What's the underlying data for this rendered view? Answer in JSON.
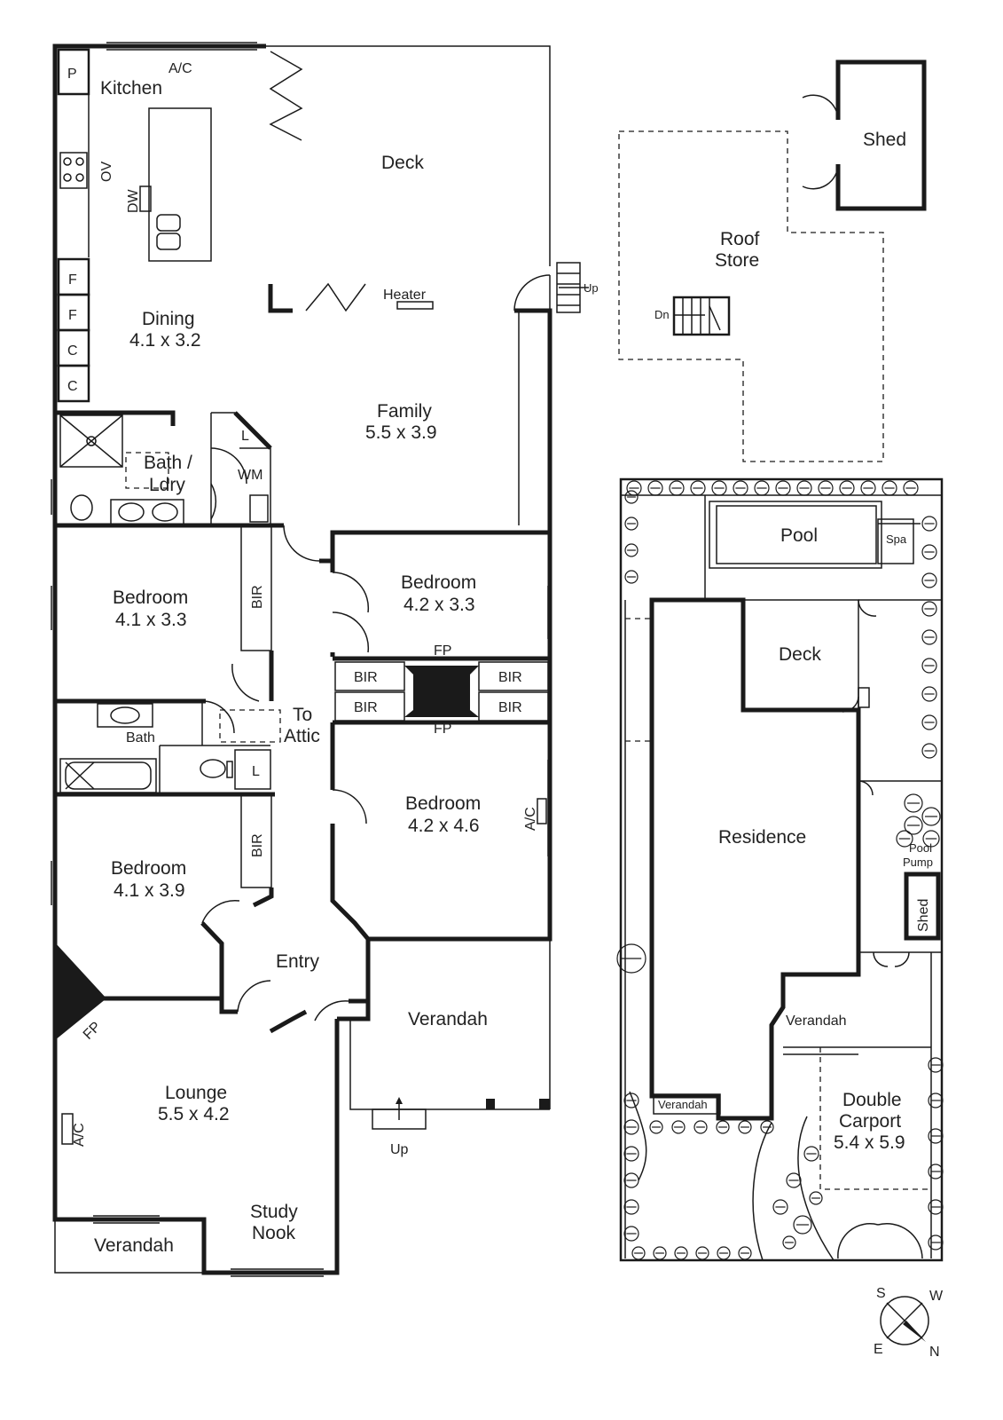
{
  "floor": {
    "kitchen": "Kitchen",
    "ac_top": "A/C",
    "pantry": "P",
    "oven": "OV",
    "dishwasher": "DW",
    "fridge1": "F",
    "fridge2": "F",
    "cupboard1": "C",
    "cupboard2": "C",
    "deck": "Deck",
    "heater": "Heater",
    "up_deck": "Up",
    "dining_name": "Dining",
    "dining_size": "4.1 x 3.2",
    "family_name": "Family",
    "family_size": "5.5 x 3.9",
    "bath_laundry_1": "Bath /",
    "bath_laundry_2": "Ldry",
    "linen1": "L",
    "wm": "WM",
    "bed1_name": "Bedroom",
    "bed1_size": "4.1 x 3.3",
    "bir1": "BIR",
    "bed2_name": "Bedroom",
    "bed2_size": "4.2 x 3.3",
    "fp_top": "FP",
    "bir_a": "BIR",
    "bir_b": "BIR",
    "bir_c": "BIR",
    "bir_d": "BIR",
    "fp_bottom": "FP",
    "bath": "Bath",
    "to_attic_1": "To",
    "to_attic_2": "Attic",
    "linen2": "L",
    "bed3_name": "Bedroom",
    "bed3_size": "4.2 x 4.6",
    "ac_bed3": "A/C",
    "bed4_name": "Bedroom",
    "bed4_size": "4.1 x 3.9",
    "bir2": "BIR",
    "entry": "Entry",
    "verandah_front": "Verandah",
    "up_front": "Up",
    "fp_lounge": "FP",
    "lounge_name": "Lounge",
    "lounge_size": "5.5 x 4.2",
    "ac_lounge": "A/C",
    "study_1": "Study",
    "study_2": "Nook",
    "verandah_left": "Verandah"
  },
  "outbuildings": {
    "shed": "Shed",
    "roof_store_1": "Roof",
    "roof_store_2": "Store",
    "dn": "Dn"
  },
  "site": {
    "pool": "Pool",
    "spa": "Spa",
    "deck": "Deck",
    "residence": "Residence",
    "pool_pump_1": "Pool",
    "pool_pump_2": "Pump",
    "shed": "Shed",
    "verandah_a": "Verandah",
    "verandah_b": "Verandah",
    "carport_1": "Double",
    "carport_2": "Carport",
    "carport_size": "5.4 x 5.9"
  },
  "compass": {
    "s": "S",
    "w": "W",
    "e": "E",
    "n": "N"
  }
}
